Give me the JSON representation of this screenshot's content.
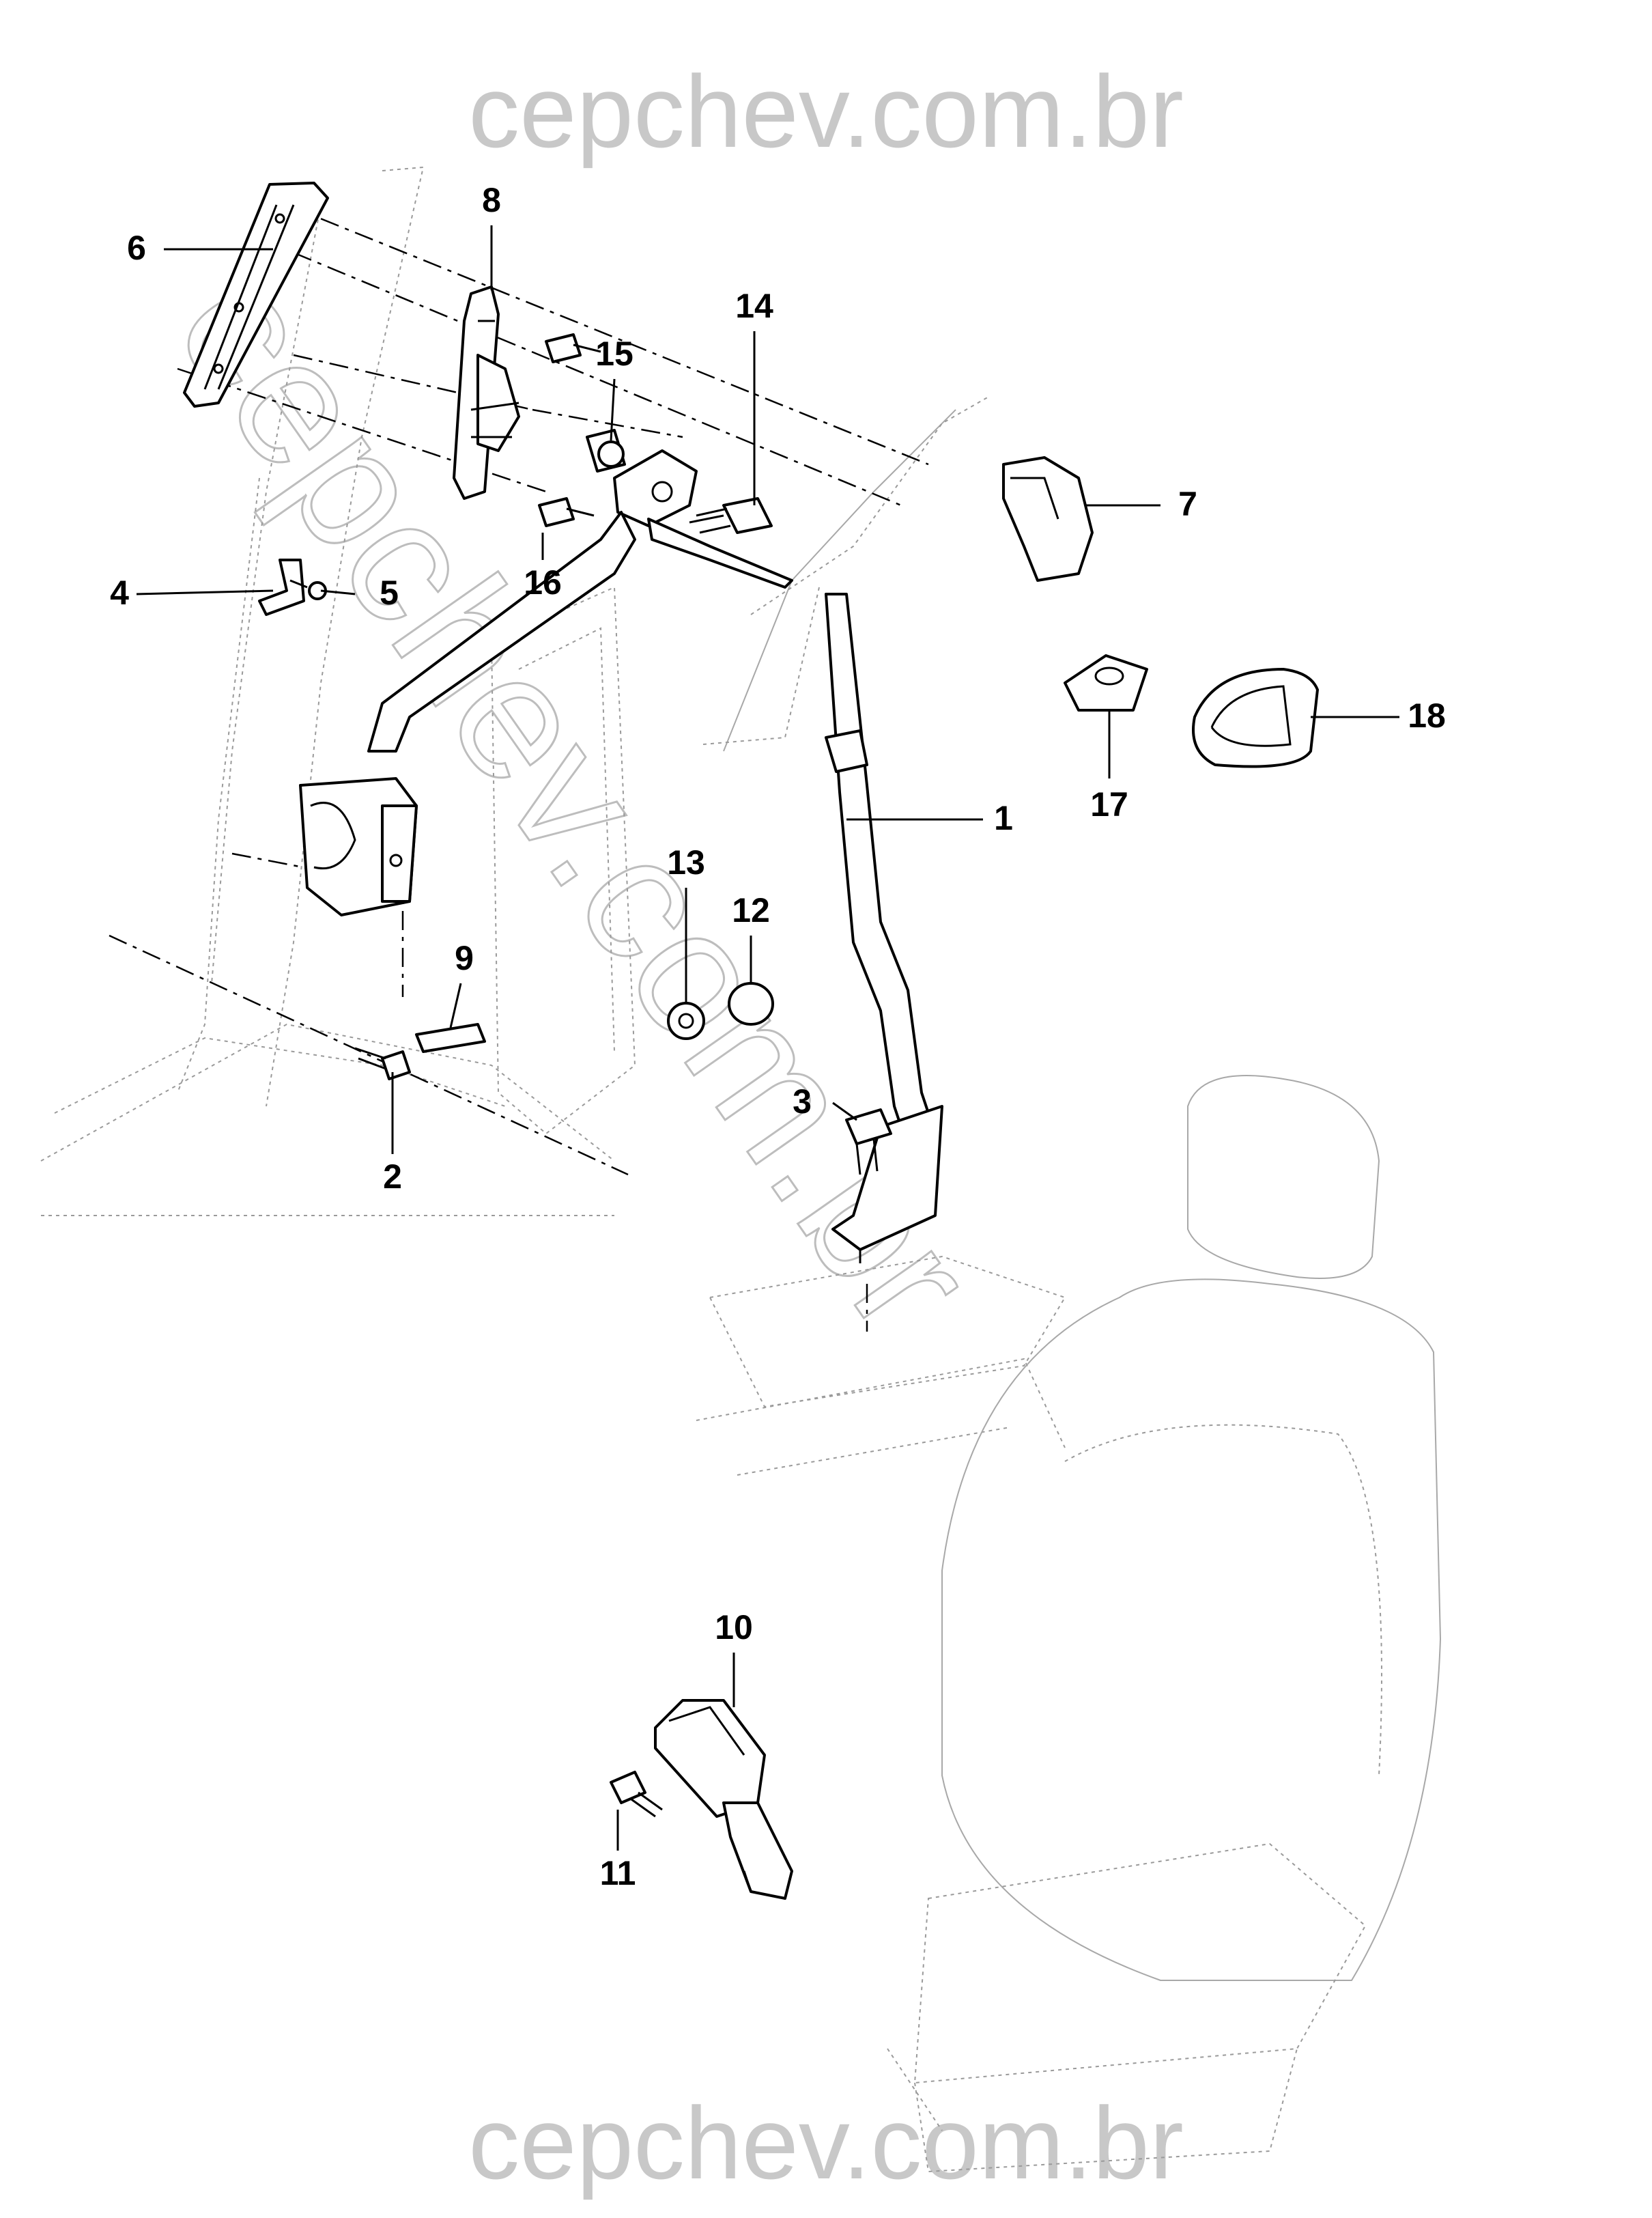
{
  "watermark": {
    "top": "cepchev.com.br",
    "bottom": "cepchev.com.br",
    "diagonal": "cepchev.com.br",
    "color": "#c8c8c8"
  },
  "callouts": [
    {
      "id": "1",
      "label": "1"
    },
    {
      "id": "2",
      "label": "2"
    },
    {
      "id": "3",
      "label": "3"
    },
    {
      "id": "4",
      "label": "4"
    },
    {
      "id": "5",
      "label": "5"
    },
    {
      "id": "6",
      "label": "6"
    },
    {
      "id": "7",
      "label": "7"
    },
    {
      "id": "8",
      "label": "8"
    },
    {
      "id": "9",
      "label": "9"
    },
    {
      "id": "10",
      "label": "10"
    },
    {
      "id": "11",
      "label": "11"
    },
    {
      "id": "12",
      "label": "12"
    },
    {
      "id": "13",
      "label": "13"
    },
    {
      "id": "14",
      "label": "14"
    },
    {
      "id": "15",
      "label": "15"
    },
    {
      "id": "16",
      "label": "16"
    },
    {
      "id": "17",
      "label": "17"
    },
    {
      "id": "18",
      "label": "18"
    }
  ]
}
